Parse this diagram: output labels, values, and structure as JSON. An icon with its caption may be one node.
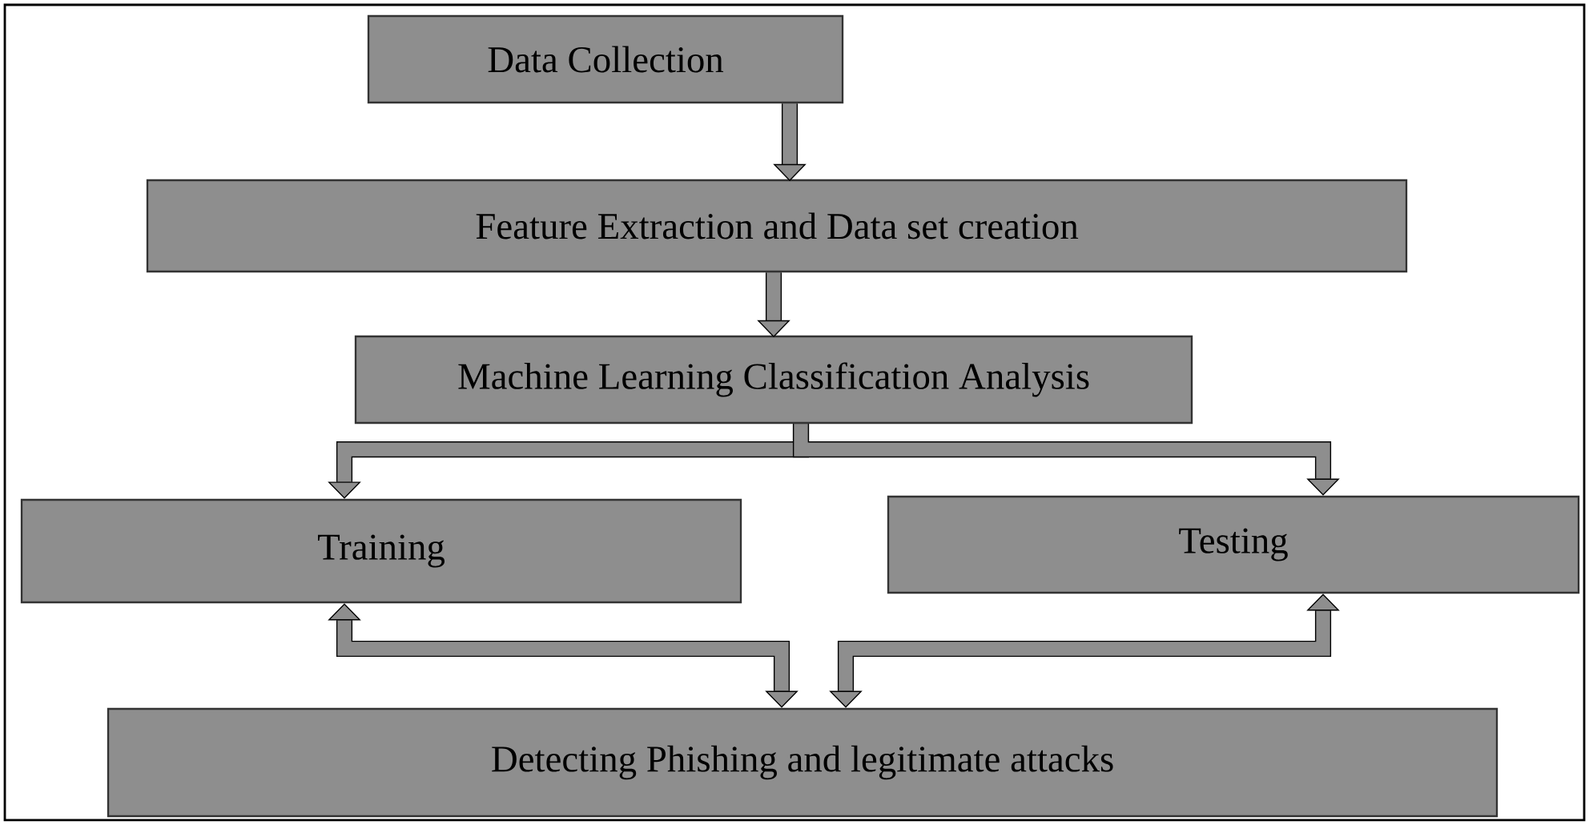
{
  "diagram": {
    "nodes": [
      {
        "text": [
          "Data Collection"
        ]
      },
      {
        "text": [
          "Feature Extraction and Data set creation"
        ]
      },
      {
        "text": [
          "Machine Learning Classification Analysis"
        ]
      },
      {
        "text": [
          "Training"
        ]
      },
      {
        "text": [
          "Testing"
        ]
      },
      {
        "text": [
          "Detecting Phishing and legitimate attacks"
        ]
      }
    ],
    "edges": [
      {
        "from": 0,
        "to": 1,
        "arrow": "to"
      },
      {
        "from": 1,
        "to": 2,
        "arrow": "to"
      },
      {
        "from": 2,
        "to": 3,
        "arrow": "to"
      },
      {
        "from": 2,
        "to": 4,
        "arrow": "to"
      },
      {
        "from": 3,
        "to": 5,
        "arrow": "both"
      },
      {
        "from": 4,
        "to": 5,
        "arrow": "both"
      }
    ]
  }
}
